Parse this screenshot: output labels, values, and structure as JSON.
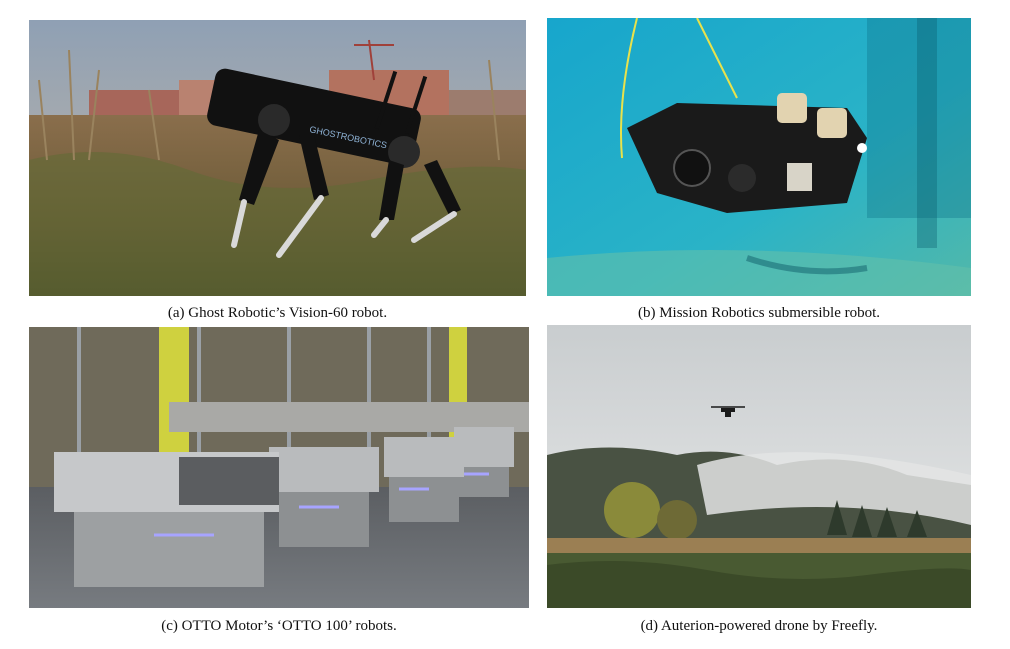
{
  "figure": {
    "panels": [
      {
        "caption": "(a) Ghost Robotic’s Vision-60 robot.",
        "logo_text": "GHOSTROBOTICS",
        "subject": "quadruped-robot"
      },
      {
        "caption": "(b) Mission Robotics submersible robot.",
        "subject": "underwater-robot"
      },
      {
        "caption": "(c) OTTO Motor’s ‘OTTO 100’ robots.",
        "subject": "warehouse-robots"
      },
      {
        "caption": "(d) Auterion-powered drone by Freefly.",
        "subject": "drone"
      }
    ]
  }
}
